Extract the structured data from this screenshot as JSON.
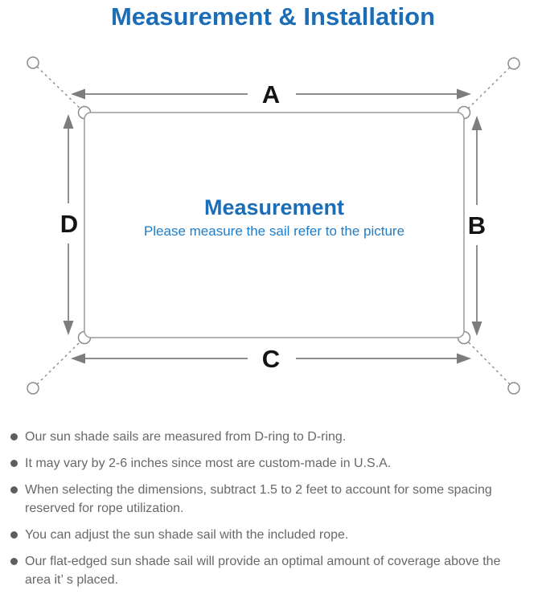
{
  "header": {
    "title": "Measurement & Installation"
  },
  "colors": {
    "accent_blue": "#1a6db6",
    "subtitle_blue": "#1e7dc8",
    "note_text_gray": "#686868",
    "line_gray": "#8c8c8c",
    "arrow_gray": "#7d7d7d",
    "label_black": "#141414"
  },
  "diagram": {
    "center_title": "Measurement",
    "center_subtitle": "Please measure the sail refer to the picture",
    "dimension_labels": {
      "top": "A",
      "right": "B",
      "bottom": "C",
      "left": "D"
    }
  },
  "notes": [
    "Our sun shade sails are measured from D-ring to D-ring.",
    "It may vary by 2-6 inches since most are custom-made in U.S.A.",
    "When selecting the dimensions, subtract 1.5 to 2 feet to account for some spacing reserved for rope utilization.",
    "You can adjust the sun shade sail with the included rope.",
    "Our flat-edged sun shade sail will provide an optimal amount of coverage above the area it’ s placed."
  ]
}
